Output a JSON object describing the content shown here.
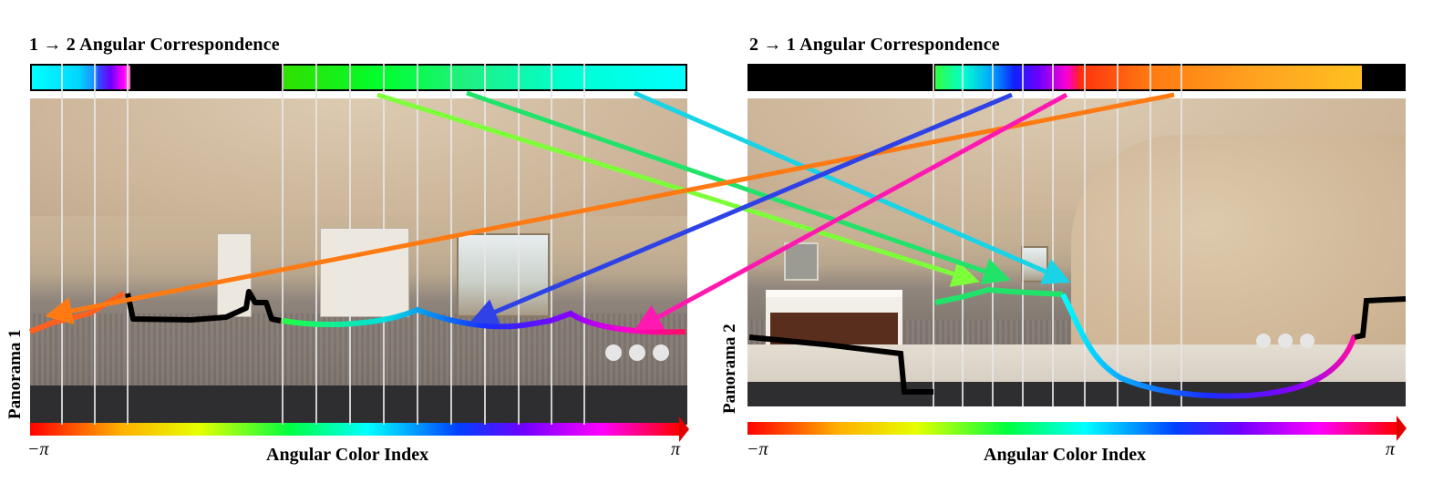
{
  "left_panel": {
    "title": "1 → 2 Angular Correspondence",
    "side_label": "Panorama 1",
    "axis_title": "Angular Color Index",
    "axis_min": "−π",
    "axis_max": "π",
    "more_indicator": "•••"
  },
  "right_panel": {
    "title": "2 → 1 Angular Correspondence",
    "side_label": "Panorama 2",
    "axis_title": "Angular Color Index",
    "axis_min": "−π",
    "axis_max": "π",
    "more_indicator": "•••"
  },
  "colors": {
    "arrow_cyan": "#19d3e6",
    "arrow_green_light": "#7dff3a",
    "arrow_green": "#22e36a",
    "arrow_orange": "#ff7a12",
    "arrow_blue": "#2e42e6",
    "arrow_magenta": "#ff19b0"
  }
}
